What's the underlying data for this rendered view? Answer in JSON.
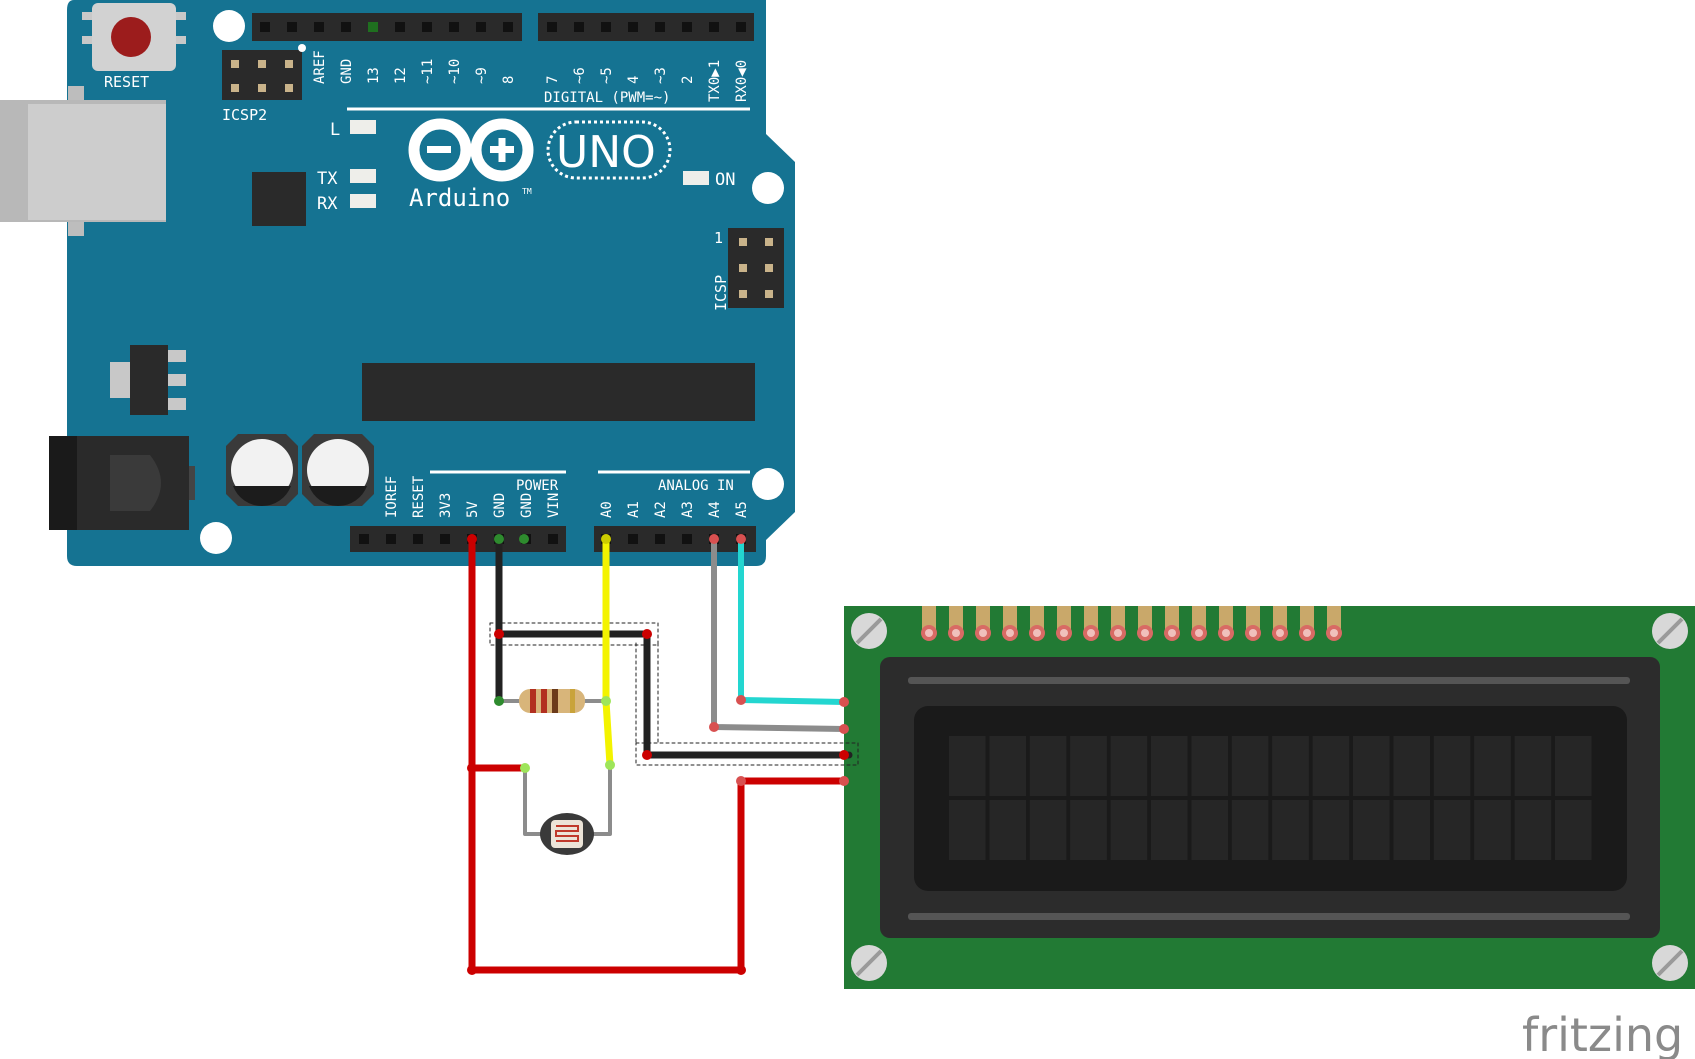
{
  "board": {
    "reset_label": "RESET",
    "icsp2_label": "ICSP2",
    "icsp_label": "ICSP",
    "icsp_pin1": "1",
    "digital_label": "DIGITAL (PWM=~)",
    "digital_pins": [
      "AREF",
      "GND",
      "13",
      "12",
      "~11",
      "~10",
      "~9",
      "8",
      "7",
      "~6",
      "~5",
      "4",
      "~3",
      "2",
      "TX0▶1",
      "RX0◀0"
    ],
    "led_l": "L",
    "led_tx": "TX",
    "led_rx": "RX",
    "led_on": "ON",
    "logo_text": "Arduino",
    "logo_tm": "TM",
    "model": "UNO",
    "power_label": "POWER",
    "power_pins": [
      "IOREF",
      "RESET",
      "3V3",
      "5V",
      "GND",
      "GND",
      "VIN"
    ],
    "analog_label": "ANALOG IN",
    "analog_pins": [
      "A0",
      "A1",
      "A2",
      "A3",
      "A4",
      "A5"
    ],
    "colors": {
      "board": "#157392",
      "header": "#2a2a2a",
      "silk": "#ffffff"
    }
  },
  "wires": {
    "colors": {
      "red": "#cc0000",
      "black": "#222222",
      "yellow": "#f3f300",
      "gray": "#8c8c8c",
      "cyan": "#23d6d0"
    }
  },
  "lcd": {
    "rows": 2,
    "cols": 16,
    "pins": 16,
    "colors": {
      "pcb": "#227a34",
      "frame": "#2c2c2c",
      "screen": "#1a1a1a",
      "cell": "#262626",
      "pad": "#d86a64"
    }
  },
  "watermark": "fritzing"
}
